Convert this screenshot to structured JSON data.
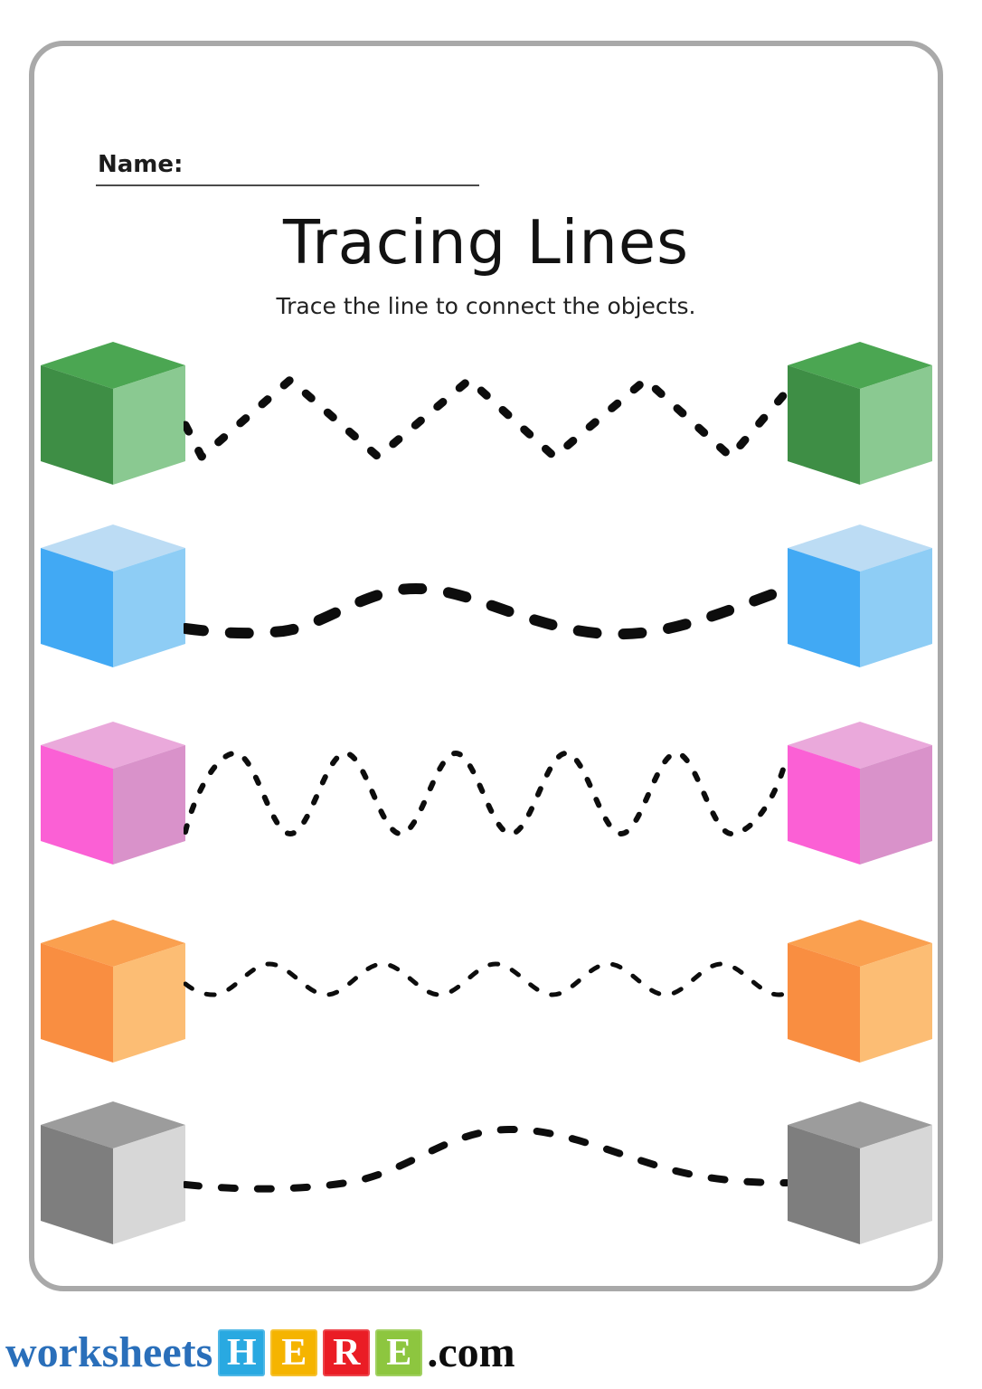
{
  "page": {
    "name_label": "Name:",
    "title": "Tracing Lines",
    "subtitle": "Trace the line to connect the objects.",
    "line_color": "#0d0d0d",
    "border_color": "#a9a9a9"
  },
  "rows": [
    {
      "color_name": "green",
      "pattern": "zigzag",
      "faces": {
        "top": "#4ba652",
        "left": "#3e8e45",
        "right": "#8ac991"
      }
    },
    {
      "color_name": "blue",
      "pattern": "wave",
      "faces": {
        "top": "#bcdcf4",
        "left": "#41a9f4",
        "right": "#8ecdf5"
      }
    },
    {
      "color_name": "pink",
      "pattern": "tight-wave",
      "faces": {
        "top": "#eaa9db",
        "left": "#fb60d5",
        "right": "#d992ca"
      }
    },
    {
      "color_name": "orange",
      "pattern": "small-wave",
      "faces": {
        "top": "#faa04f",
        "left": "#f98e41",
        "right": "#fcbd74"
      }
    },
    {
      "color_name": "gray",
      "pattern": "hill",
      "faces": {
        "top": "#9c9c9c",
        "left": "#7e7e7e",
        "right": "#d7d7d7"
      }
    }
  ],
  "footer": {
    "brand_prefix": "worksheets",
    "prefix_color": "#2a6fba",
    "brand_blocks": [
      {
        "letter": "H",
        "color": "#29a9e1"
      },
      {
        "letter": "E",
        "color": "#f5b400"
      },
      {
        "letter": "R",
        "color": "#ea1d25"
      },
      {
        "letter": "E",
        "color": "#8dc63f"
      }
    ],
    "brand_suffix": ".com"
  }
}
